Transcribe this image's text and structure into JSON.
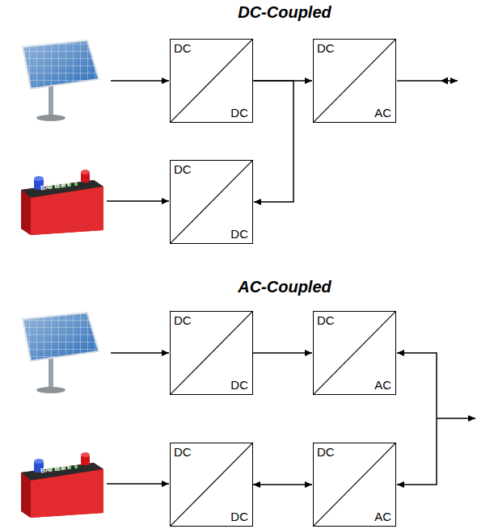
{
  "diagram": {
    "nodes": [
      {
        "text": [
          "DC",
          "DC"
        ]
      },
      {
        "text": [
          "DC",
          "AC"
        ]
      },
      {
        "text": [
          "BATTERY"
        ]
      },
      {
        "text": [
          "DC",
          "DC"
        ]
      },
      {
        "text": [
          "DC",
          "DC"
        ]
      },
      {
        "text": [
          "DC",
          "AC"
        ]
      },
      {
        "text": [
          "BATTERY"
        ]
      },
      {
        "text": [
          "DC",
          "DC"
        ]
      },
      {
        "text": [
          "DC",
          "AC"
        ]
      }
    ],
    "edges": [
      {
        "from": 0,
        "to": 1,
        "arrow": "to"
      },
      {
        "from": 0,
        "to": 3,
        "arrow": "to"
      },
      {
        "from": 2,
        "to": 3,
        "arrow": "to"
      },
      {
        "from": 4,
        "to": 5,
        "arrow": "to"
      },
      {
        "from": 6,
        "to": 7,
        "arrow": "to"
      },
      {
        "from": 7,
        "to": 8,
        "arrow": "both"
      },
      {
        "from": 5,
        "to": 8,
        "arrow": "both"
      }
    ],
    "labels": [
      "DC-Coupled",
      "AC-Coupled"
    ]
  }
}
